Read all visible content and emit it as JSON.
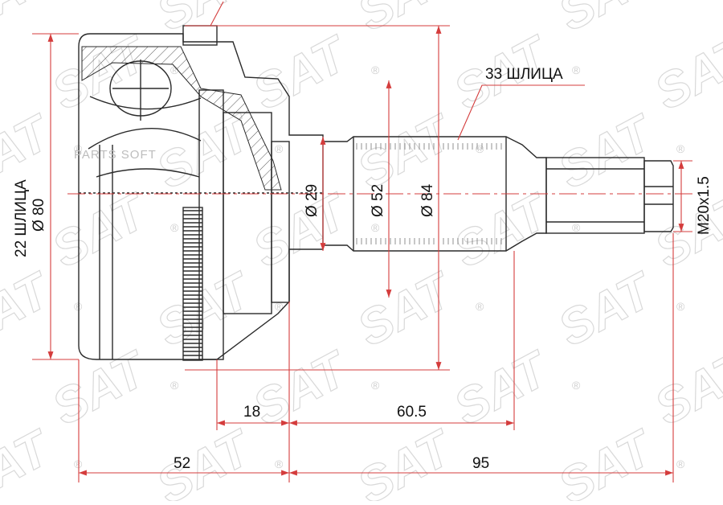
{
  "drawing": {
    "splines_outer": "22 ШЛИЦА",
    "dia_outer": "Ø 80",
    "splines_shaft": "33 ШЛИЦА",
    "dia_29": "Ø 29",
    "dia_52": "Ø 52",
    "dia_84": "Ø 84",
    "thread": "M20x1.5",
    "len_18": "18",
    "len_60_5": "60.5",
    "len_52": "52",
    "len_95": "95"
  },
  "watermark": {
    "brand": "SAT",
    "registered": "®",
    "overlay": "PARTS SOFT"
  },
  "colors": {
    "dimension": "#d43c3c",
    "outline": "#2a2a2a",
    "watermark": "#d9d9d9"
  }
}
